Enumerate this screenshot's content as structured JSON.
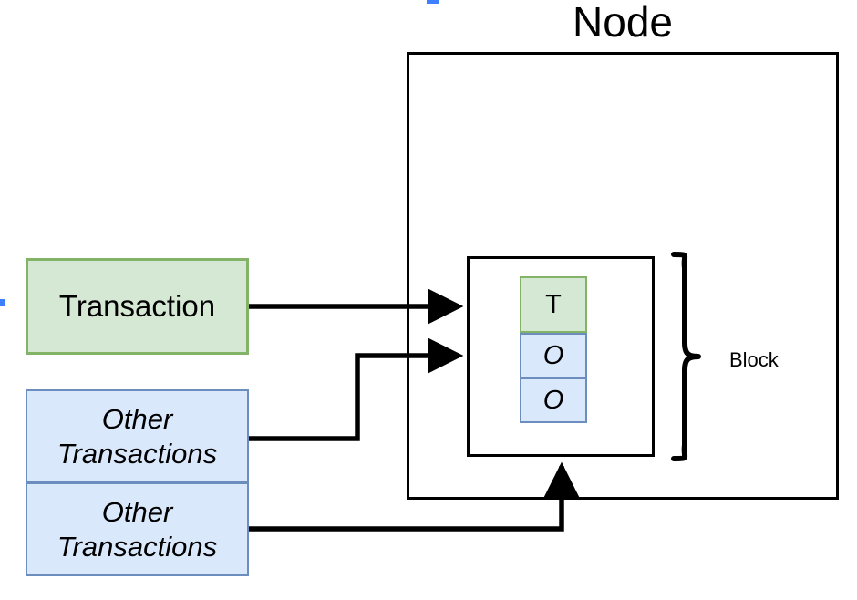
{
  "diagram": {
    "title": "Node",
    "node": {
      "label": "Node"
    },
    "block": {
      "brace_label": "Block",
      "entries": [
        {
          "label": "T",
          "kind": "transaction",
          "fill": "#d5e8d4",
          "stroke": "#82b366",
          "italic": false
        },
        {
          "label": "O",
          "kind": "other-transaction",
          "fill": "#dae8fc",
          "stroke": "#6c8ebf",
          "italic": true
        },
        {
          "label": "O",
          "kind": "other-transaction",
          "fill": "#dae8fc",
          "stroke": "#6c8ebf",
          "italic": true
        }
      ]
    },
    "sources": [
      {
        "label": "Transaction",
        "fill": "#d5e8d4",
        "stroke": "#82b366",
        "italic": false
      },
      {
        "label": "Other Transactions",
        "fill": "#dae8fc",
        "stroke": "#6c8ebf",
        "italic": true
      },
      {
        "label": "Other Transactions",
        "fill": "#dae8fc",
        "stroke": "#6c8ebf",
        "italic": true
      }
    ],
    "connectors": [
      {
        "name": "transaction-to-block",
        "from": "Transaction",
        "to": "Block",
        "style": "straight-arrow"
      },
      {
        "name": "other-transactions-1-to-block",
        "from": "Other Transactions",
        "to": "Block",
        "style": "elbow-arrow"
      },
      {
        "name": "other-transactions-2-to-block",
        "from": "Other Transactions",
        "to": "Block",
        "style": "elbow-arrow-up"
      }
    ],
    "colors": {
      "line": "#000000",
      "green_fill": "#d5e8d4",
      "green_stroke": "#82b366",
      "blue_fill": "#dae8fc",
      "blue_stroke": "#6c8ebf",
      "background": "#ffffff"
    }
  }
}
